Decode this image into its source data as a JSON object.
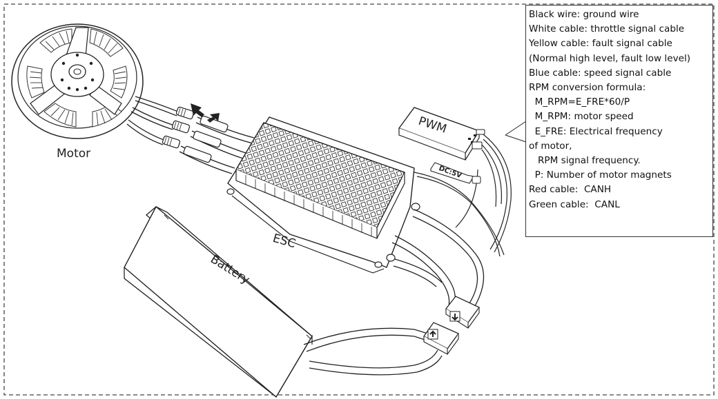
{
  "diagram": {
    "labels": {
      "motor": "Motor",
      "esc": "ESC",
      "battery": "Battery",
      "pwm": "PWM",
      "dc": "DC:5V"
    },
    "notes": [
      "Black wire: ground wire",
      "White cable: throttle signal cable",
      "Yellow cable: fault signal cable",
      "(Normal high level, fault low level)",
      "Blue cable: speed signal cable",
      "RPM conversion formula:",
      "  M_RPM=E_FRE*60/P",
      "  M_RPM: motor speed",
      "  E_FRE: Electrical frequency",
      "of motor,",
      "   RPM signal frequency.",
      "  P: Number of motor magnets",
      "Red cable:  CANH",
      "Green cable:  CANL"
    ]
  }
}
